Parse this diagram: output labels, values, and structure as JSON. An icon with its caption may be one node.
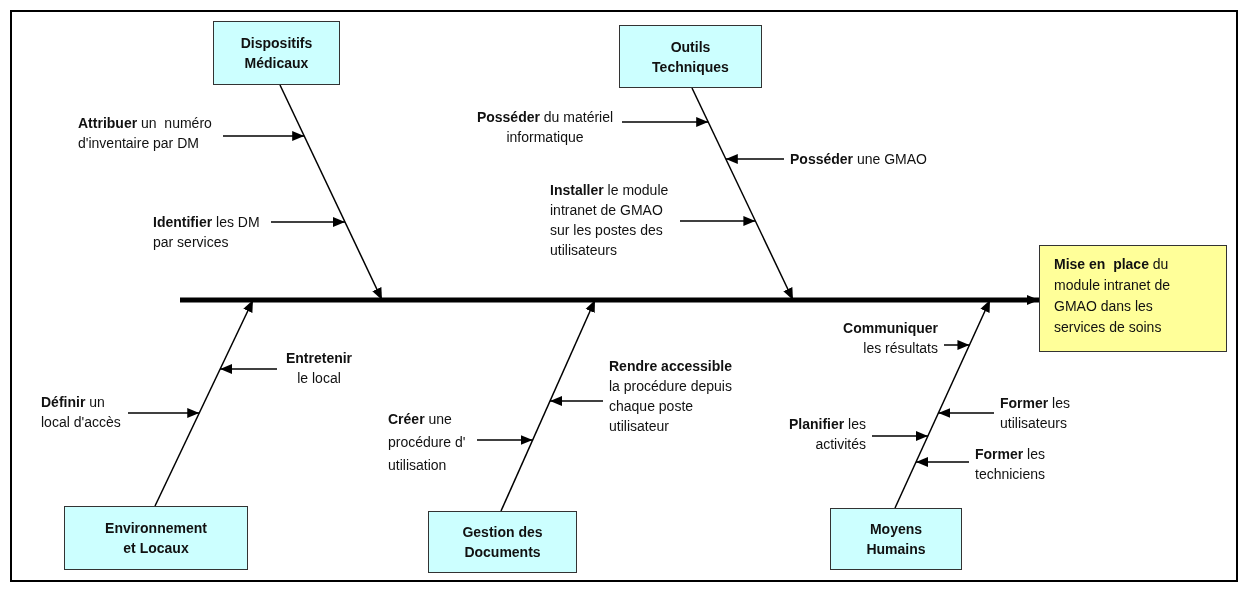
{
  "diagram": {
    "nodes": [
      {
        "text": [
          "Dispositifs Médicaux"
        ]
      },
      {
        "text": [
          "Outils Techniques"
        ]
      },
      {
        "text": [
          "**Mise en  place** du module intranet de GMAO dans les services de soins"
        ]
      },
      {
        "text": [
          "Environnement et Locaux"
        ]
      },
      {
        "text": [
          "Gestion des Documents"
        ]
      },
      {
        "text": [
          "Moyens Humains"
        ]
      },
      {
        "text": [
          "**Attribuer** un  numéro d'inventaire par DM"
        ]
      },
      {
        "text": [
          "**Identifier** les DM par services"
        ]
      },
      {
        "text": [
          "**Posséder** du matériel informatique"
        ]
      },
      {
        "text": [
          "**Posséder** une GMAO"
        ]
      },
      {
        "text": [
          "**Installer** le module intranet de GMAO sur les postes des utilisateurs"
        ]
      },
      {
        "text": [
          "**Entretenir** le local"
        ]
      },
      {
        "text": [
          "**Définir** un local d'accès"
        ]
      },
      {
        "text": [
          "**Rendre accessible** la procédure depuis chaque poste utilisateur"
        ]
      },
      {
        "text": [
          "**Créer** une procédure d' utilisation"
        ]
      },
      {
        "text": [
          "**Communiquer** les résultats"
        ]
      },
      {
        "text": [
          "**Former** les utilisateurs"
        ]
      },
      {
        "text": [
          "**Planifier** les activités"
        ]
      },
      {
        "text": [
          "**Former** les techniciens"
        ]
      }
    ],
    "edges": [
      {
        "from": null,
        "to": 2,
        "arrow": "to",
        "style": "thick"
      },
      {
        "from": 0,
        "to": null,
        "arrow": "to"
      },
      {
        "from": 1,
        "to": null,
        "arrow": "to"
      },
      {
        "from": 3,
        "to": null,
        "arrow": "to"
      },
      {
        "from": 4,
        "to": null,
        "arrow": "to"
      },
      {
        "from": 5,
        "to": null,
        "arrow": "to"
      },
      {
        "from": 6,
        "to": null,
        "arrow": "to"
      },
      {
        "from": 7,
        "to": null,
        "arrow": "to"
      },
      {
        "from": 8,
        "to": null,
        "arrow": "to"
      },
      {
        "from": 9,
        "to": null,
        "arrow": "to"
      },
      {
        "from": 10,
        "to": null,
        "arrow": "to"
      },
      {
        "from": 11,
        "to": null,
        "arrow": "to"
      },
      {
        "from": 12,
        "to": null,
        "arrow": "to"
      },
      {
        "from": 13,
        "to": null,
        "arrow": "to"
      },
      {
        "from": 14,
        "to": null,
        "arrow": "to"
      },
      {
        "from": 15,
        "to": null,
        "arrow": "to"
      },
      {
        "from": 16,
        "to": null,
        "arrow": "to"
      },
      {
        "from": 17,
        "to": null,
        "arrow": "to"
      },
      {
        "from": 18,
        "to": null,
        "arrow": "to"
      }
    ]
  }
}
